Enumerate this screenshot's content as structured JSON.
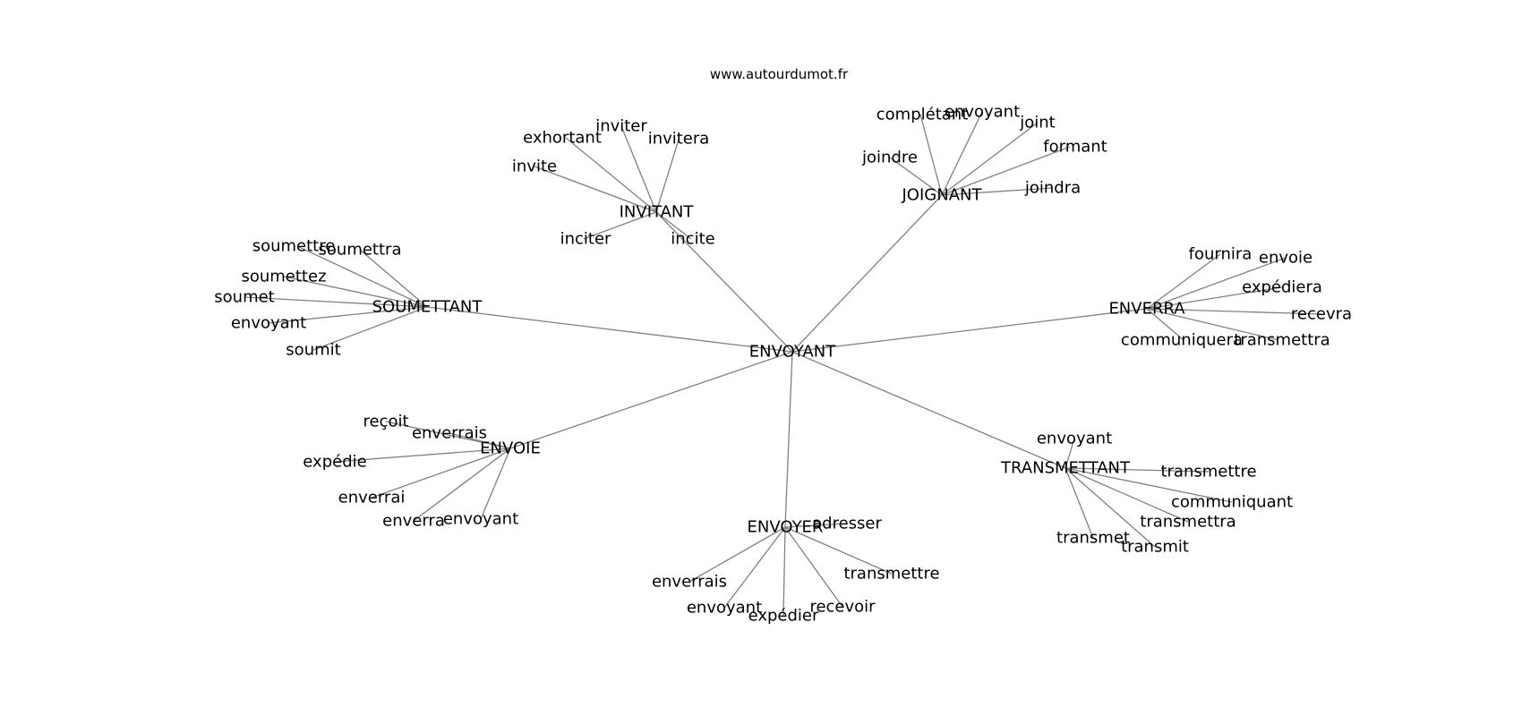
{
  "watermark": "www.autourdumot.fr",
  "colors": {
    "edge": "#808080",
    "text": "#000000",
    "background": "#ffffff"
  },
  "graph": {
    "center": "ENVOYANT",
    "hubs": [
      {
        "id": "invitant",
        "label": "INVITANT",
        "leaves": [
          "inviter",
          "exhortant",
          "invitera",
          "invite",
          "inciter",
          "incite"
        ]
      },
      {
        "id": "joignant",
        "label": "JOIGNANT",
        "leaves": [
          "complétant",
          "envoyant",
          "joint",
          "formant",
          "joindre",
          "joindra"
        ]
      },
      {
        "id": "soumettant",
        "label": "SOUMETTANT",
        "leaves": [
          "soumettre",
          "soumettra",
          "soumettez",
          "soumet",
          "envoyant",
          "soumit"
        ]
      },
      {
        "id": "enverra",
        "label": "ENVERRA",
        "leaves": [
          "fournira",
          "envoie",
          "expédiera",
          "recevra",
          "communiquera",
          "transmettra"
        ]
      },
      {
        "id": "envoie",
        "label": "ENVOIE",
        "leaves": [
          "reçoit",
          "enverrais",
          "expédie",
          "enverrai",
          "enverra",
          "envoyant"
        ]
      },
      {
        "id": "transmettant",
        "label": "TRANSMETTANT",
        "leaves": [
          "envoyant",
          "transmettre",
          "communiquant",
          "transmettra",
          "transmet",
          "transmit"
        ]
      },
      {
        "id": "envoyer",
        "label": "ENVOYER",
        "leaves": [
          "adresser",
          "transmettre",
          "enverrais",
          "envoyant",
          "expédier",
          "recevoir"
        ]
      }
    ]
  }
}
